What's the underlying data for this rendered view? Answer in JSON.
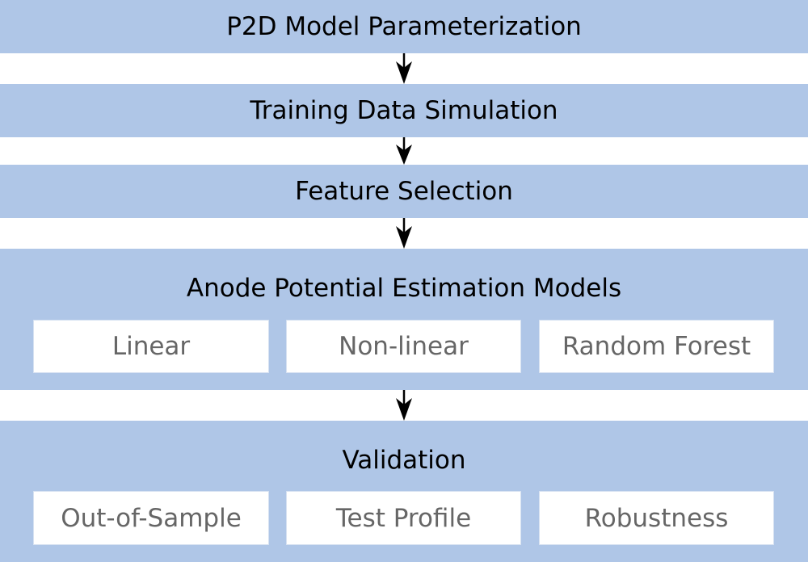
{
  "colors": {
    "band": "#afc6e7",
    "sub_box": "#ffffff",
    "title_text": "#000000",
    "sub_text": "#666666",
    "arrow": "#000000"
  },
  "steps": [
    {
      "title": "P2D Model Parameterization"
    },
    {
      "title": "Training Data Simulation"
    },
    {
      "title": "Feature Selection"
    },
    {
      "title": "Anode Potential Estimation Models",
      "items": [
        "Linear",
        "Non-linear",
        "Random Forest"
      ]
    },
    {
      "title": "Validation",
      "items": [
        "Out-of-Sample",
        "Test Profile",
        "Robustness"
      ]
    }
  ],
  "arrows": [
    "arrow-down",
    "arrow-down",
    "arrow-down",
    "arrow-down"
  ]
}
